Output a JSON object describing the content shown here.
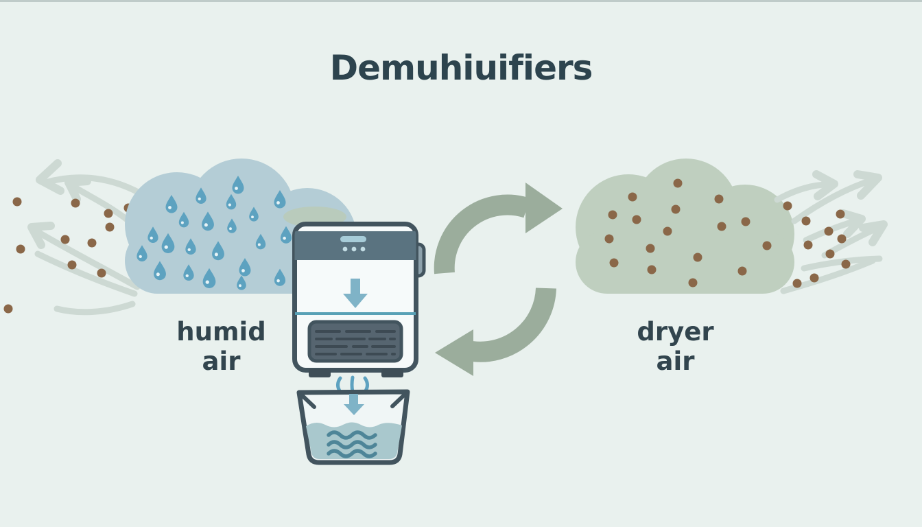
{
  "title": "Demuhiuifiers",
  "labels": {
    "humid_air": {
      "line1": "humid",
      "line2": "air"
    },
    "dryer_air": {
      "line1": "dryer",
      "line2": "air"
    }
  },
  "icons": {
    "humid-cloud-icon": "blue cloud filled with raindrops",
    "raindrop-icon": "teardrop water droplet with highlight",
    "wind-arrows-left-icon": "curved airflow arrows pointing up-left",
    "wind-arrows-right-icon": "curved airflow arrows pointing up-right",
    "dust-dot": "small brown moisture particle",
    "dehumidifier-icon": "dehumidifier appliance with control panel and vent",
    "control-panel-icon": "display pill with three indicator dots",
    "intake-arrow-icon": "downward intake arrow on unit",
    "vent-grille-icon": "dark vent grille with slats",
    "drip-lines-icon": "three dripping water lines",
    "collect-arrow-icon": "downward arrow into tank",
    "water-tank-icon": "open collection tank with water",
    "wave-lines-icon": "three wavy water lines",
    "cycle-arrows-icon": "two curved recycle arrows"
  },
  "colors": {
    "background": "#e9f1ee",
    "top_border": "#bfcbc9",
    "title_text": "#2d444e",
    "label_text": "#32454e",
    "humid_cloud": "#b4cdd6",
    "raindrop": "#5da2c0",
    "raindrop_highlight": "#e8f4f7",
    "wind_stroke": "#cdd9d3",
    "dust_dot": "#8a6748",
    "dry_cloud": "#bfcfbf",
    "cycle_arrow": "#9bad9c",
    "unit_outline": "#42545e",
    "unit_body": "#f6fafa",
    "unit_band": "#5a7380",
    "unit_display": "#a7ccd8",
    "unit_indicator": "#c3dde4",
    "unit_arrow": "#7fb3c7",
    "unit_divider": "#58a1b6",
    "unit_handle": "#8ea2ac",
    "vent_fill": "#566570",
    "vent_slat": "#3d4a53",
    "foot": "#3f4e57",
    "tank_outline": "#42545e",
    "tank_glass": "#f0f6f6",
    "water_fill": "#a9c8cd",
    "wave_stroke": "#4e8598",
    "drip_stroke": "#5da2c0",
    "accent_blob": "#b9cbbc"
  }
}
